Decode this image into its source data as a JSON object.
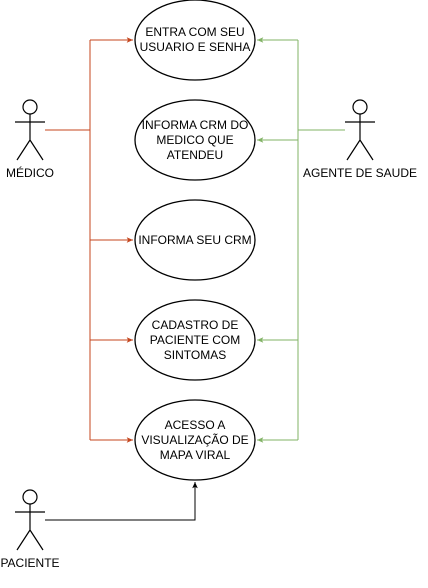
{
  "actors": {
    "medico": "MÉDICO",
    "agente": "AGENTE DE SAUDE",
    "paciente": "PACIENTE"
  },
  "use_cases": {
    "login": [
      "ENTRA COM SEU",
      "USUARIO E SENHA"
    ],
    "crm_medico": [
      "INFORMA CRM DO",
      "MEDICO QUE",
      "ATENDEU"
    ],
    "crm_proprio": [
      "INFORMA SEU CRM"
    ],
    "cadastro": [
      "CADASTRO DE",
      "PACIENTE COM",
      "SINTOMAS"
    ],
    "mapa": [
      "ACESSO A",
      "VISUALIZAÇÃO DE",
      "MAPA VIRAL"
    ]
  },
  "colors": {
    "medico_edges": "#c4461e",
    "agente_edges": "#82b366",
    "paciente_edges": "#000000"
  }
}
